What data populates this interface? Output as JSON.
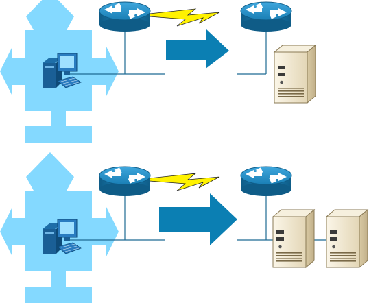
{
  "colors": {
    "background": "#ffffff",
    "zone_fill": "#84d9ff",
    "router_blue": "#1a7fb5",
    "router_dark": "#125c87",
    "wan_link": "#fff200",
    "flow_arrow": "#0b7fb3",
    "link_line": "#1f6b93",
    "server_beige": "#efe6cf"
  },
  "scenarios": [
    {
      "id": "top",
      "client": "pc-icon",
      "routers": [
        "router-icon",
        "router-icon"
      ],
      "wan": "serial-lightning-link",
      "flow_arrow": "traffic-arrow",
      "servers": [
        "server-icon"
      ]
    },
    {
      "id": "bottom",
      "client": "pc-icon",
      "routers": [
        "router-icon",
        "router-icon"
      ],
      "wan": "serial-lightning-link",
      "flow_arrow": "traffic-arrow",
      "servers": [
        "server-icon",
        "server-icon"
      ]
    }
  ]
}
